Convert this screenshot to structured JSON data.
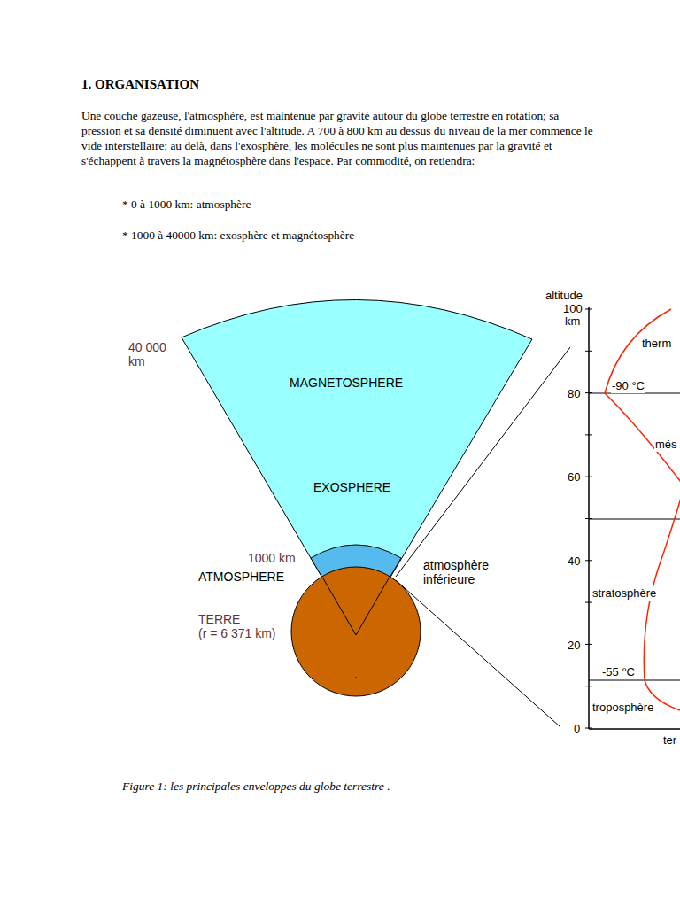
{
  "diagram": {
    "title": "1. ORGANISATION",
    "caption": "Figure 1: les principales enveloppes du globe terrestre .",
    "nodes": [
      {
        "text": [
          "MAGNETOSPHERE",
          "EXOSPHERE"
        ]
      },
      {
        "text": [
          "1000 km",
          "ATMOSPHERE"
        ]
      },
      {
        "text": [
          "TERRE",
          "(r = 6 371 km)"
        ]
      }
    ],
    "labels": [
      "Une couche gazeuse, l'atmosphère, est maintenue par gravité autour du globe terrestre en rotation; sa pression et sa densité diminuent avec l'altitude. A 700 à 800 km au dessus du niveau de la mer commence le vide interstellaire: au delà, dans l'exosphère, les molécules ne sont plus maintenues par la gravité et s'échappent à travers la magnétosphère dans l'espace. Par commodité, on retiendra:",
      "* 0 à 1000 km: atmosphère",
      "* 1000 à 40000 km: exosphère et magnétosphère",
      "40 000 km",
      "atmosphère inférieure",
      "altitude",
      "100",
      "km",
      "80",
      "60",
      "40",
      "20",
      "0",
      "therm",
      "-90 °C",
      "més",
      "stratosphère",
      "-55 °C",
      "troposphère",
      "ter"
    ]
  }
}
